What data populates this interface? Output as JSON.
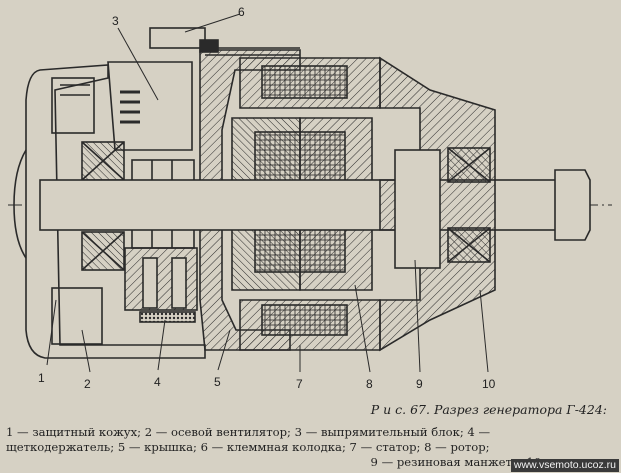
{
  "labels": {
    "n1": "1",
    "n2": "2",
    "n3": "3",
    "n4": "4",
    "n5": "5",
    "n6": "6",
    "n7": "7",
    "n8": "8",
    "n9": "9",
    "n10": "10"
  },
  "caption": "Р и с. 67. Разрез генератора Г-424:",
  "legend": {
    "line1": "1 — защитный кожух; 2 — осевой вентилятор; 3 — выпрямительный блок; 4 —",
    "line2": "щеткодержатель; 5 — крышка; 6 — клеммная колодка; 7 — статор; 8 — ротор;",
    "line3": "9 — резиновая манжета; 10 — крышка"
  },
  "watermark": "www.vsemoto.ucoz.ru",
  "colors": {
    "ink": "#2a2a2a",
    "paper": "#d6d1c4"
  }
}
